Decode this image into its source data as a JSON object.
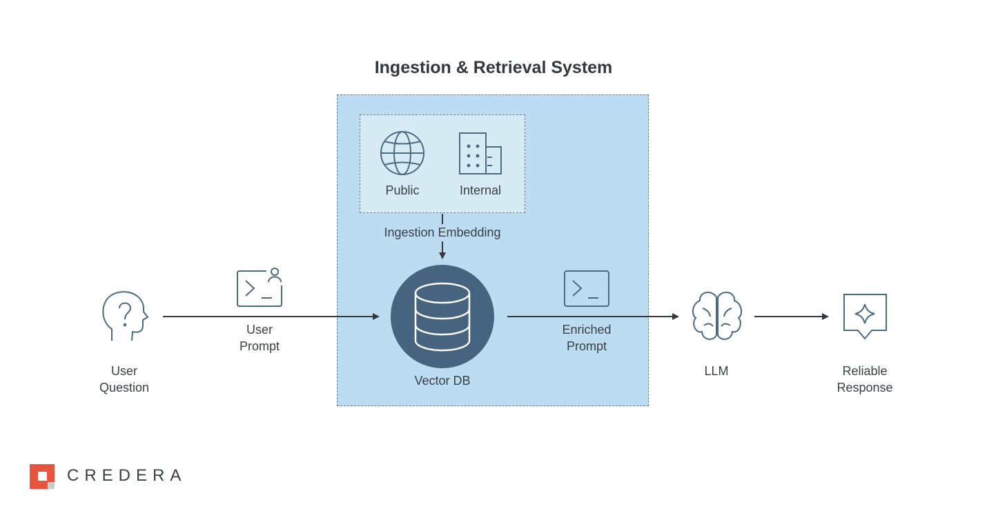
{
  "title": "Ingestion & Retrieval System",
  "sources": {
    "public": "Public",
    "internal": "Internal"
  },
  "ingestion_label": "Ingestion Embedding",
  "vector_db": "Vector DB",
  "nodes": {
    "user_question": [
      "User",
      "Question"
    ],
    "user_prompt": [
      "User",
      "Prompt"
    ],
    "enriched_prompt": [
      "Enriched",
      "Prompt"
    ],
    "llm": "LLM",
    "reliable_response": [
      "Reliable",
      "Response"
    ]
  },
  "brand": {
    "name": "CREDERA",
    "color": "#e8553e"
  },
  "colors": {
    "outer_box": "#bcdcf1",
    "inner_box": "#d7ebf5",
    "db_circle": "#46647f",
    "icon_stroke": "#4a6a82",
    "arrow": "#33383d"
  }
}
